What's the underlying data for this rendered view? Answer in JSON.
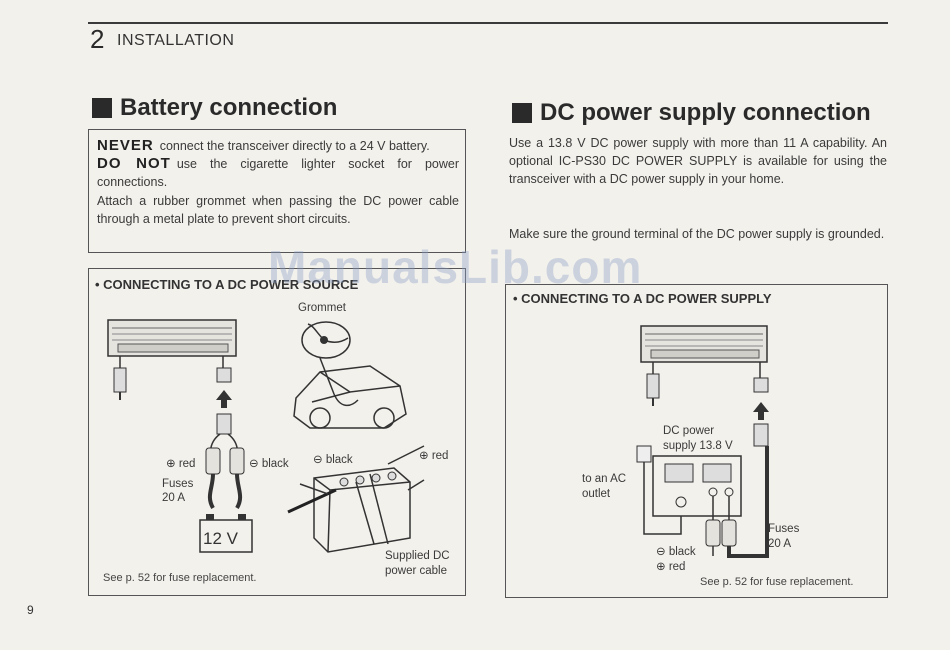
{
  "header": {
    "chapter_number": "2",
    "chapter_title": "INSTALLATION"
  },
  "battery_section": {
    "title": "Battery connection",
    "warning": {
      "never_label": "NEVER",
      "never_text": "connect the transceiver directly to a 24 V battery.",
      "donot_label": "DO NOT",
      "donot_text": "use the cigarette lighter socket for power connections.",
      "grommet_text": "Attach a rubber grommet when passing the DC power cable through a metal plate to prevent short circuits."
    },
    "diagram": {
      "heading": "• CONNECTING TO A DC POWER SOURCE",
      "grommet_label": "Grommet",
      "red_label": "⊕ red",
      "black_label": "⊖ black",
      "fuses_label": "Fuses",
      "fuses_value": "20 A",
      "battery_label": "12 V",
      "battery_black_label": "⊖ black",
      "battery_red_label": "⊕ red",
      "supplied_label_1": "Supplied DC",
      "supplied_label_2": "power cable",
      "note": "See p. 52 for fuse replacement."
    }
  },
  "dc_section": {
    "title": "DC power supply connection",
    "paragraph_1": "Use a 13.8 V DC power supply with more than 11 A capability. An optional IC-PS30 DC POWER SUPPLY is available for using the transceiver with a DC power supply in your home.",
    "paragraph_2": "Make sure the ground terminal of the DC power supply is grounded.",
    "diagram": {
      "heading": "• CONNECTING TO A DC POWER SUPPLY",
      "supply_label_1": "DC power",
      "supply_label_2": "supply 13.8 V",
      "ac_label_1": "to an AC",
      "ac_label_2": "outlet",
      "fuses_label": "Fuses",
      "fuses_value": "20 A",
      "black_label": "⊖ black",
      "red_label": "⊕ red",
      "note": "See p. 52 for fuse replacement."
    }
  },
  "watermark": "ManualsLib.com",
  "page_number": "9"
}
